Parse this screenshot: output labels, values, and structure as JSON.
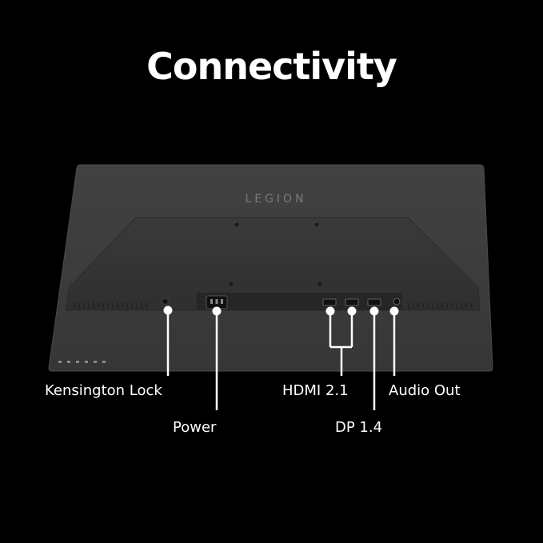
{
  "title": "Connectivity",
  "brand_logo": "LEGION",
  "ports": {
    "kensington": "Kensington Lock",
    "power": "Power",
    "hdmi": "HDMI 2.1",
    "dp": "DP 1.4",
    "audio": "Audio Out"
  },
  "colors": {
    "background": "#000000",
    "text": "#ffffff",
    "monitor_body": "#3b3b3b"
  }
}
